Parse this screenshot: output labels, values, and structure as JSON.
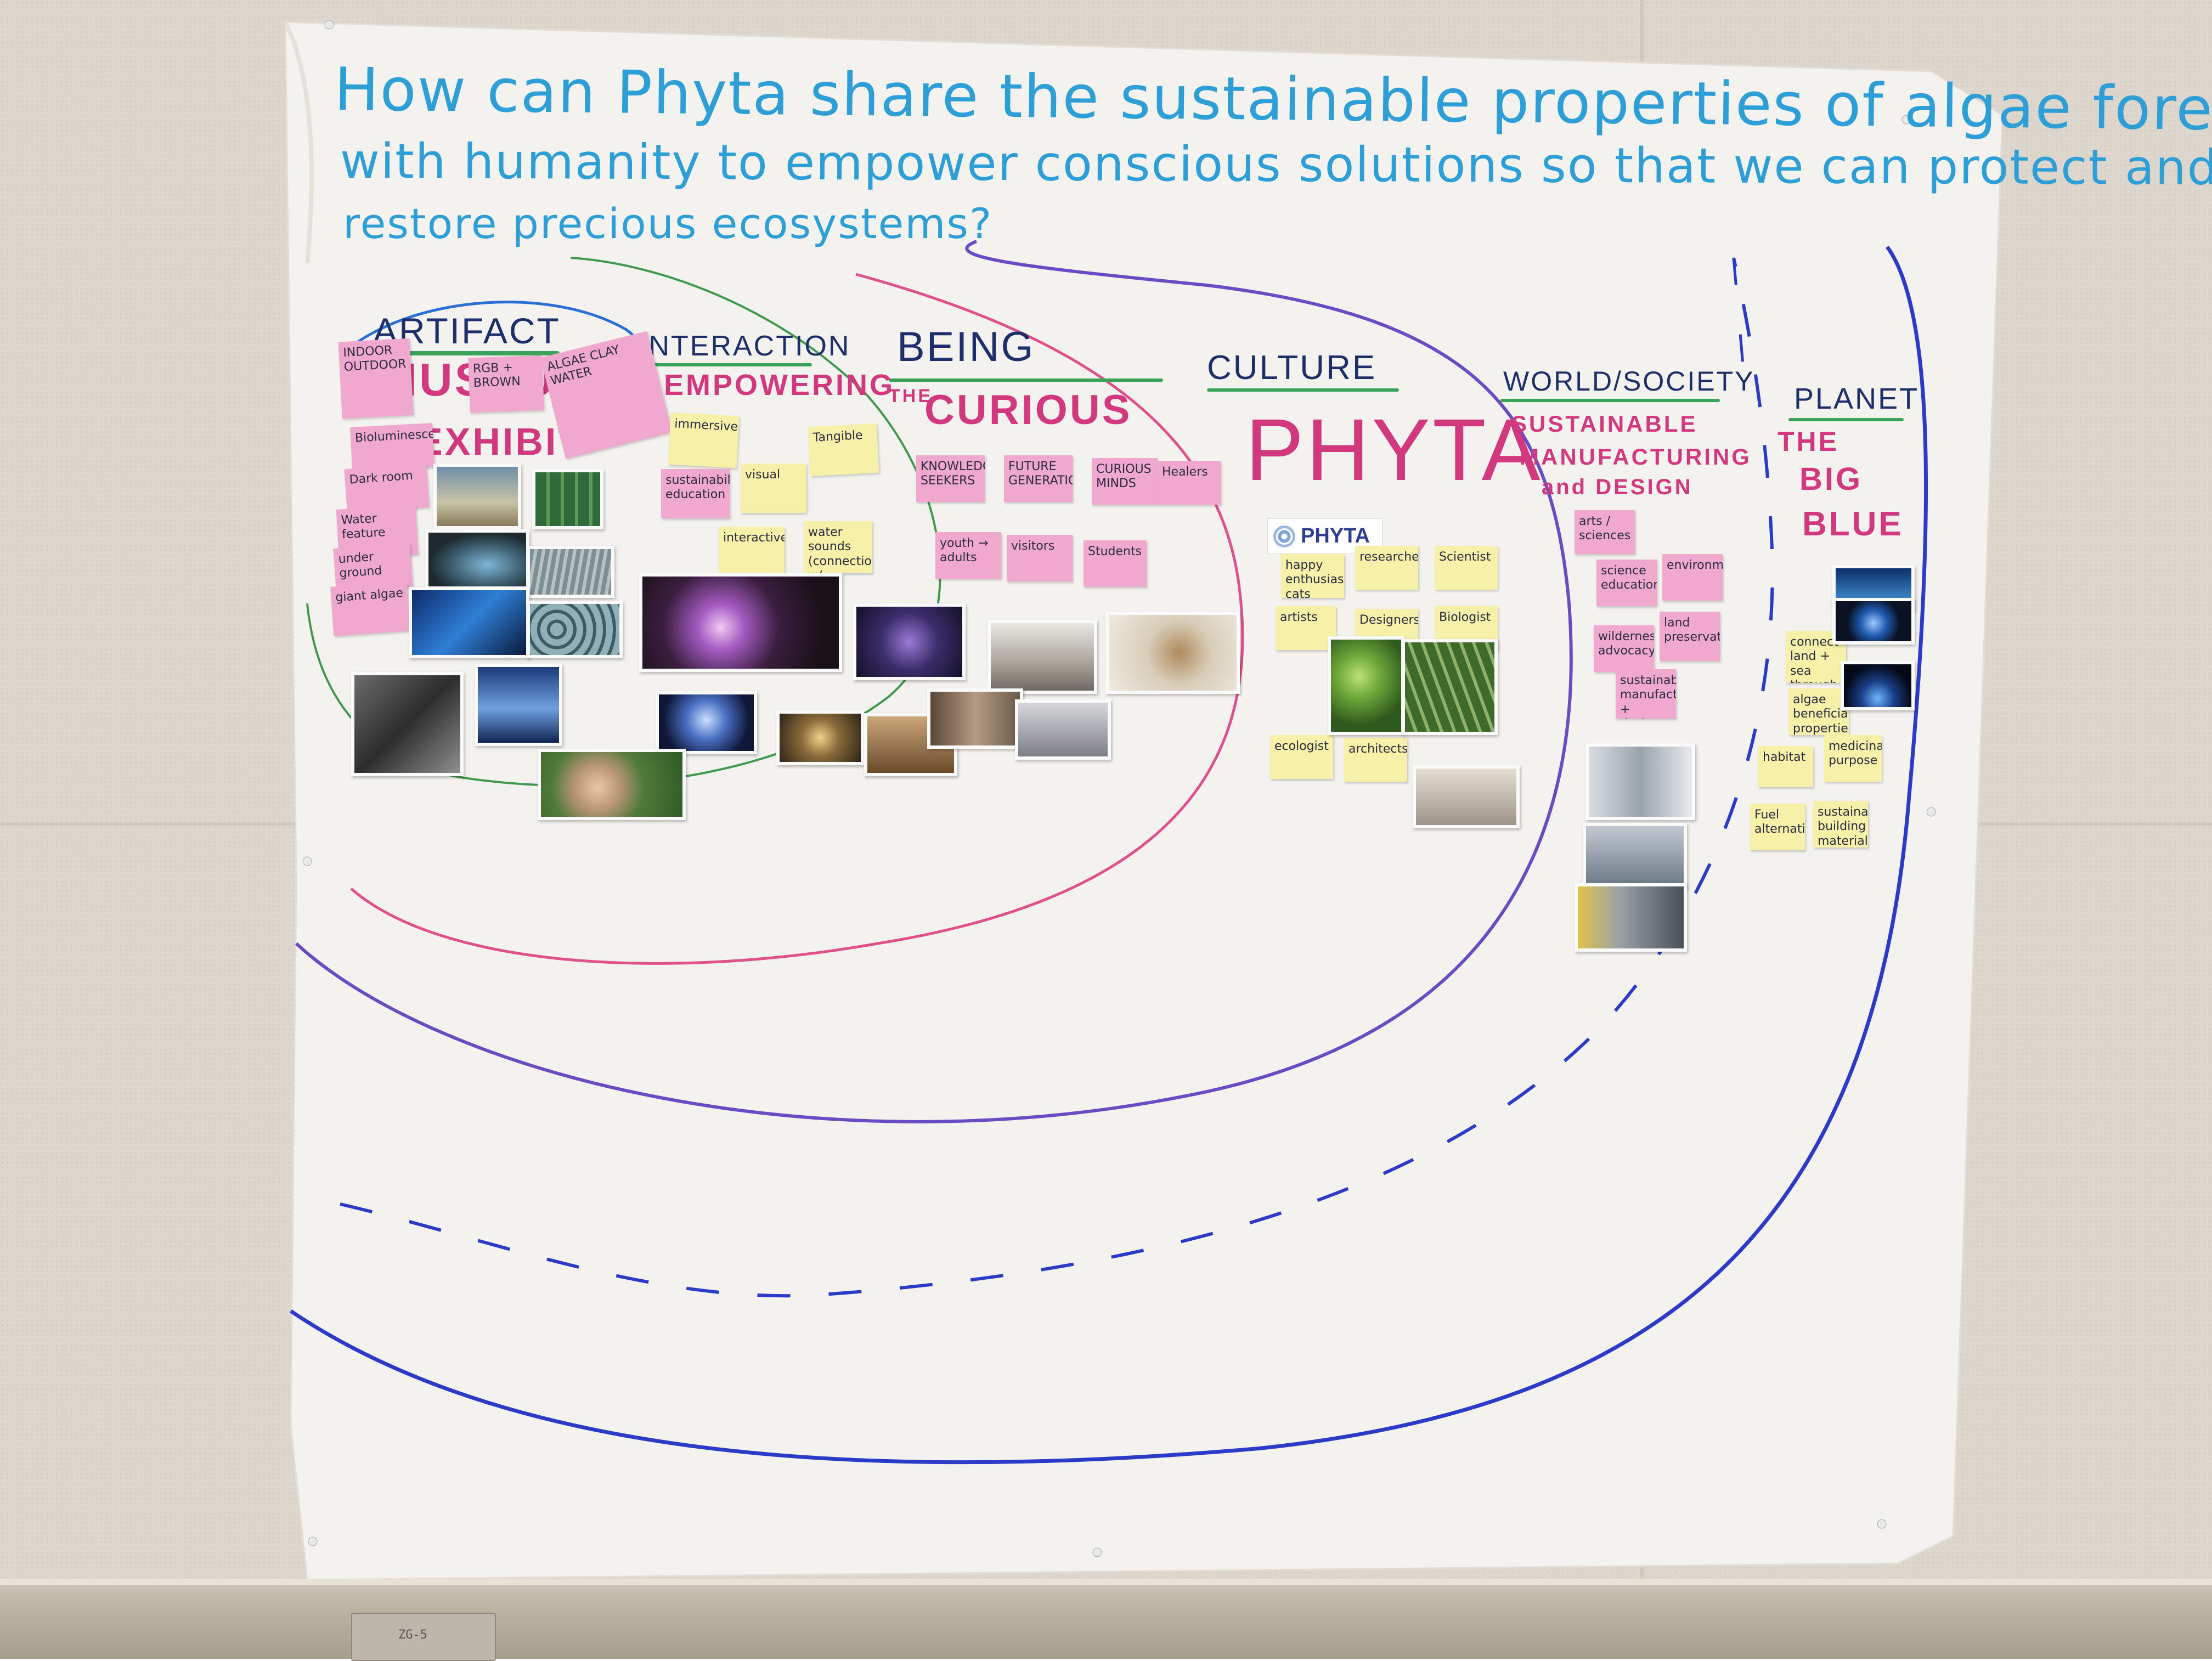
{
  "poster": {
    "title_lines": [
      "How can Phyta share the sustainable properties of algae forests",
      "with humanity to empower conscious solutions so that we can protect and",
      "restore precious ecosystems?"
    ]
  },
  "categories": {
    "artifact": "ARTIFACT",
    "interaction": "INTERACTION",
    "being": "BEING",
    "culture": "CULTURE",
    "world": "WORLD/SOCIETY",
    "planet": "PLANET"
  },
  "headlines": {
    "artifact_line1": "MUSEUM",
    "artifact_line2": "EXHIBIT",
    "interaction": "EMPOWERING",
    "being_prefix": "THE",
    "being": "CURIOUS",
    "culture": "PHYTA",
    "world_line1": "SUSTAINABLE",
    "world_line2": "MANUFACTURING",
    "world_line3": "and DESIGN",
    "planet_line1": "THE",
    "planet_line2": "BIG",
    "planet_line3": "BLUE"
  },
  "logo": {
    "text": "PHYTA",
    "icon": "phyta-logo-icon"
  },
  "notes": {
    "artifact": [
      "INDOOR OUTDOOR",
      "RGB + BROWN",
      "ALGAE CLAY WATER",
      "Bioluminescent",
      "Dark room",
      "Water feature",
      "under ground",
      "giant algae"
    ],
    "interaction": [
      "immersive",
      "Tangible",
      "sustainability education",
      "visual",
      "interactive",
      "water sounds (connection w/ nature)"
    ],
    "being": [
      "KNOWLEDGE SEEKERS",
      "FUTURE GENERATIONS",
      "CURIOUS MINDS",
      "Healers",
      "youth → adults",
      "visitors",
      "Students"
    ],
    "culture": [
      "happy enthusiastic cats",
      "researchers",
      "Scientist",
      "artists",
      "Designers",
      "Biologist",
      "ecologist",
      "architects"
    ],
    "world": [
      "arts / sciences",
      "science education",
      "environmentalists",
      "wilderness advocacy",
      "land preservation",
      "sustainable manufacturing + design"
    ],
    "planet": [
      "connect land + sea through algae",
      "algae beneficial properties",
      "habitat",
      "medicinal purpose",
      "Fuel alternatives",
      "sustainable building material"
    ]
  },
  "colors": {
    "title_ink": "#2e9fd6",
    "category_ink": "#1d2f6b",
    "underline_green": "#3aa35a",
    "headline_pink": "#d1387e",
    "blue_marker": "#2b3bc7",
    "purple_marker": "#6a4bc4",
    "pink_marker": "#e0508a",
    "green_marker": "#3f9a4e",
    "sticky_yellow": "#f6f0a8",
    "sticky_pink": "#f1a8cf"
  },
  "wall": {
    "switch_label": "ZG-5"
  }
}
